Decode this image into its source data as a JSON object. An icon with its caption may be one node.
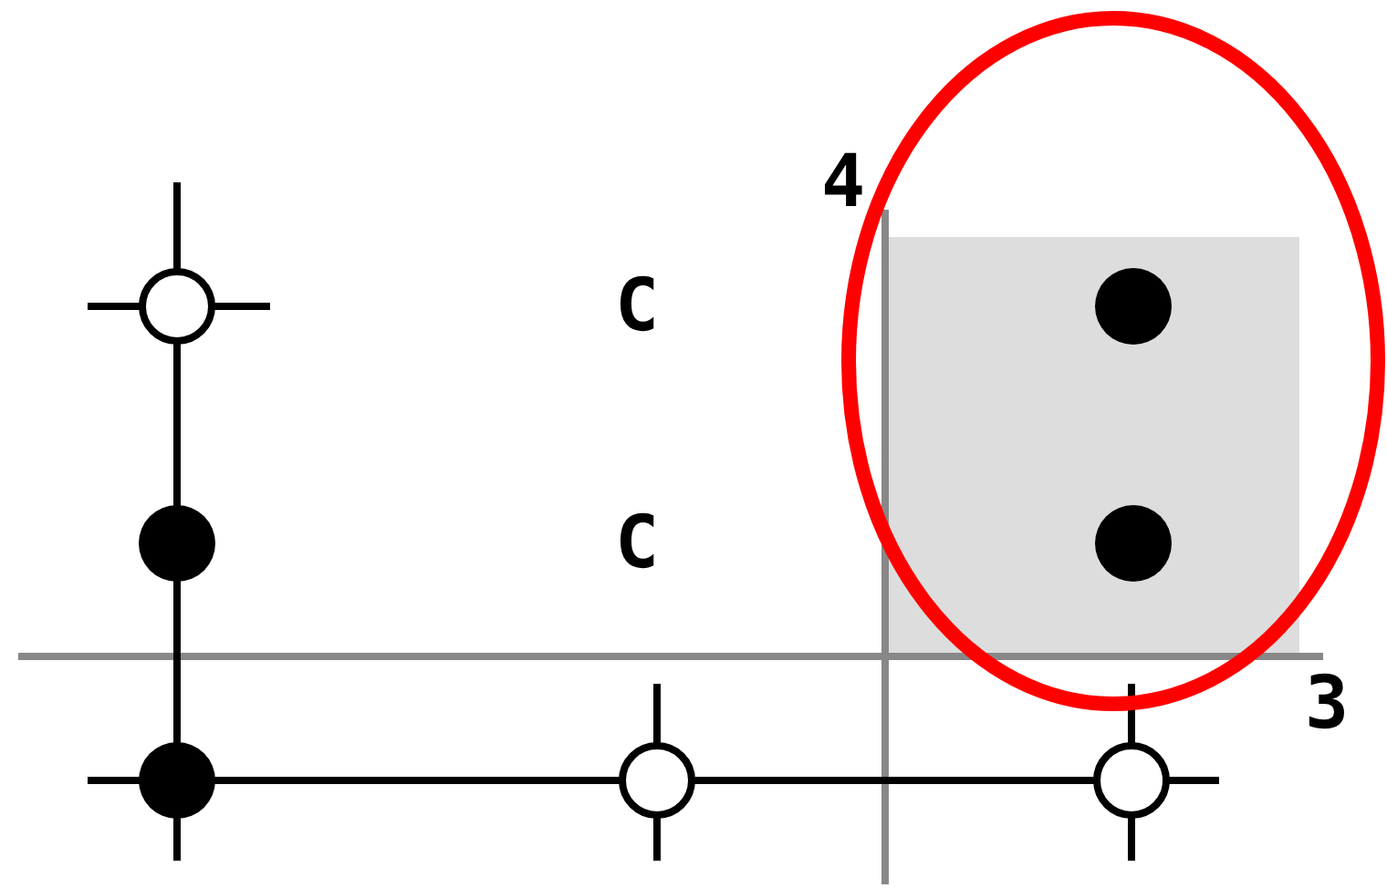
{
  "diagram": {
    "labels": [
      "4",
      "C",
      "C",
      "3"
    ]
  }
}
